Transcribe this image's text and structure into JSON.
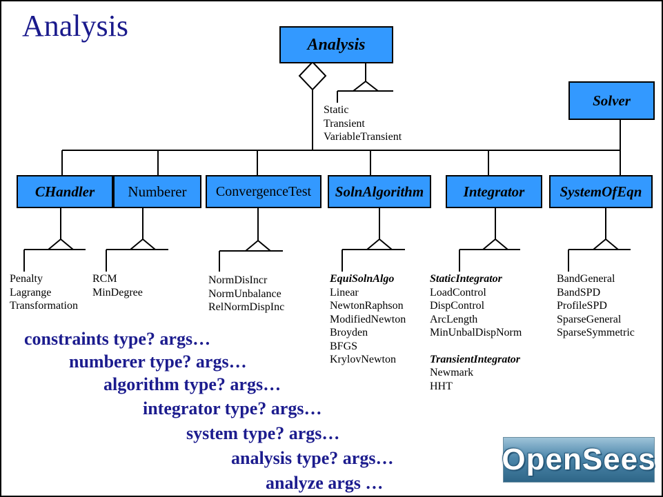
{
  "title": "Analysis",
  "boxes": {
    "analysis": "Analysis",
    "solver": "Solver",
    "chandler": "CHandler",
    "numberer": "Numberer",
    "convergence_test": "ConvergenceTest",
    "soln_algorithm": "SolnAlgorithm",
    "integrator": "Integrator",
    "system_of_eqn": "SystemOfEqn"
  },
  "analysis_types": [
    "Static",
    "Transient",
    "VariableTransient"
  ],
  "chandler_types": [
    "Penalty",
    "Lagrange",
    "Transformation"
  ],
  "numberer_types": [
    "RCM",
    "MinDegree"
  ],
  "convergence_types": [
    "NormDisIncr",
    "NormUnbalance",
    "RelNormDispInc"
  ],
  "algorithm": {
    "heading": "EquiSolnAlgo",
    "types": [
      "Linear",
      "NewtonRaphson",
      "ModifiedNewton",
      "Broyden",
      "BFGS",
      "KrylovNewton"
    ]
  },
  "integrator": {
    "static_heading": "StaticIntegrator",
    "static_types": [
      "LoadControl",
      "DispControl",
      "ArcLength",
      "MinUnbalDispNorm"
    ],
    "transient_heading": "TransientIntegrator",
    "transient_types": [
      "Newmark",
      "HHT"
    ]
  },
  "system_types": [
    "BandGeneral",
    "BandSPD",
    "ProfileSPD",
    "SparseGeneral",
    "SparseSymmetric"
  ],
  "commands": [
    "constraints type? args…",
    "numberer type? args…",
    "algorithm type? args…",
    "integrator type? args…",
    "system type? args…",
    "analysis type? args…",
    "analyze args …"
  ],
  "logo_text": "OpenSees",
  "colors": {
    "box_fill": "#3399ff",
    "title": "#1a1a8c",
    "commands": "#1c1c8e"
  }
}
